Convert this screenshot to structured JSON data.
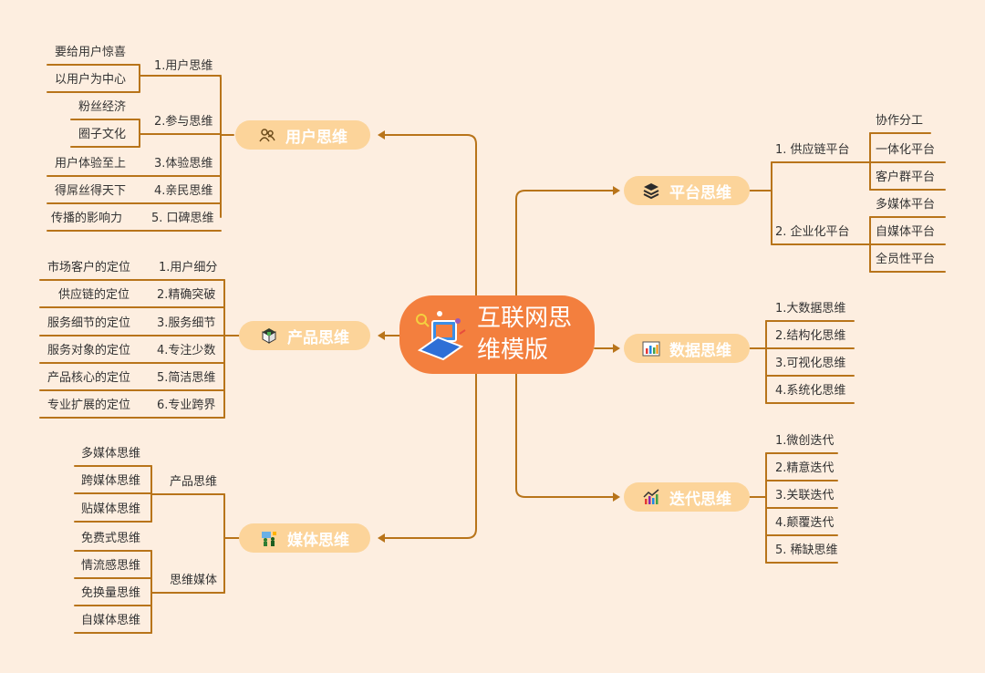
{
  "center": {
    "title": "互联网思维模版"
  },
  "colors": {
    "background": "#fdeee0",
    "line": "#b8741a",
    "branch": "#fcd49a",
    "center": "#f37f3e"
  },
  "branches": {
    "user": {
      "label": "用户思维",
      "icon": "users-icon",
      "items": [
        {
          "label": "1.用户思维",
          "leaves": [
            "要给用户惊喜",
            "以用户为中心"
          ]
        },
        {
          "label": "2.参与思维",
          "leaves": [
            "粉丝经济",
            "圈子文化"
          ]
        },
        {
          "label": "3.体验思维",
          "leaves": [
            "用户体验至上"
          ]
        },
        {
          "label": "4.亲民思维",
          "leaves": [
            "得屌丝得天下"
          ]
        },
        {
          "label": "5. 口碑思维",
          "leaves": [
            "传播的影响力"
          ]
        }
      ]
    },
    "product": {
      "label": "产品思维",
      "icon": "product-box-icon",
      "items": [
        {
          "label": "1.用户细分",
          "leaves": [
            "市场客户的定位"
          ]
        },
        {
          "label": "2.精确突破",
          "leaves": [
            "供应链的定位"
          ]
        },
        {
          "label": "3.服务细节",
          "leaves": [
            "服务细节的定位"
          ]
        },
        {
          "label": "4.专注少数",
          "leaves": [
            "服务对象的定位"
          ]
        },
        {
          "label": "5.简洁思维",
          "leaves": [
            "产品核心的定位"
          ]
        },
        {
          "label": "6.专业跨界",
          "leaves": [
            "专业扩展的定位"
          ]
        }
      ]
    },
    "media": {
      "label": "媒体思维",
      "icon": "media-people-icon",
      "items": [
        {
          "label": "产品思维",
          "leaves": [
            "多媒体思维",
            "跨媒体思维",
            "贴媒体思维"
          ]
        },
        {
          "label": "思维媒体",
          "leaves": [
            "免费式思维",
            "情流感思维",
            "免换量思维",
            "自媒体思维"
          ]
        }
      ]
    },
    "platform": {
      "label": "平台思维",
      "icon": "layers-icon",
      "items": [
        {
          "label": "1. 供应链平台",
          "leaves": [
            "协作分工",
            "一体化平台",
            "客户群平台"
          ]
        },
        {
          "label": "2. 企业化平台",
          "leaves": [
            "多媒体平台",
            "自媒体平台",
            "全员性平台"
          ]
        }
      ]
    },
    "data": {
      "label": "数据思维",
      "icon": "bar-chart-icon",
      "items": [
        "1.大数据思维",
        "2.结构化思维",
        "3.可视化思维",
        "4.系统化思维"
      ]
    },
    "iter": {
      "label": "迭代思维",
      "icon": "trend-chart-icon",
      "items": [
        "1.微创迭代",
        "2.精意迭代",
        "3.关联迭代",
        "4.颠覆迭代",
        "5. 稀缺思维"
      ]
    }
  }
}
